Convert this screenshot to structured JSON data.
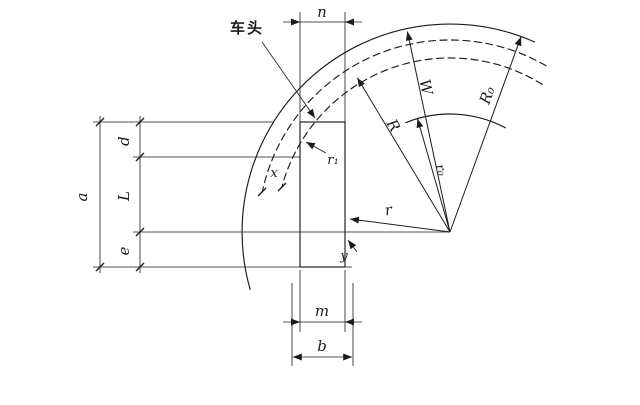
{
  "figure": {
    "background_color": "#ffffff",
    "line_color": "#1c1c1c",
    "callouts": {
      "vehicle_front": "车头"
    },
    "dims": {
      "n": "n",
      "a": "a",
      "d": "d",
      "L": "L",
      "e": "e",
      "m": "m",
      "b": "b",
      "x": "x",
      "y": "y"
    },
    "radii": {
      "W": "W",
      "R": "R",
      "R0": "R₀",
      "r0": "r₀",
      "r": "r",
      "r1": "r₁"
    }
  }
}
